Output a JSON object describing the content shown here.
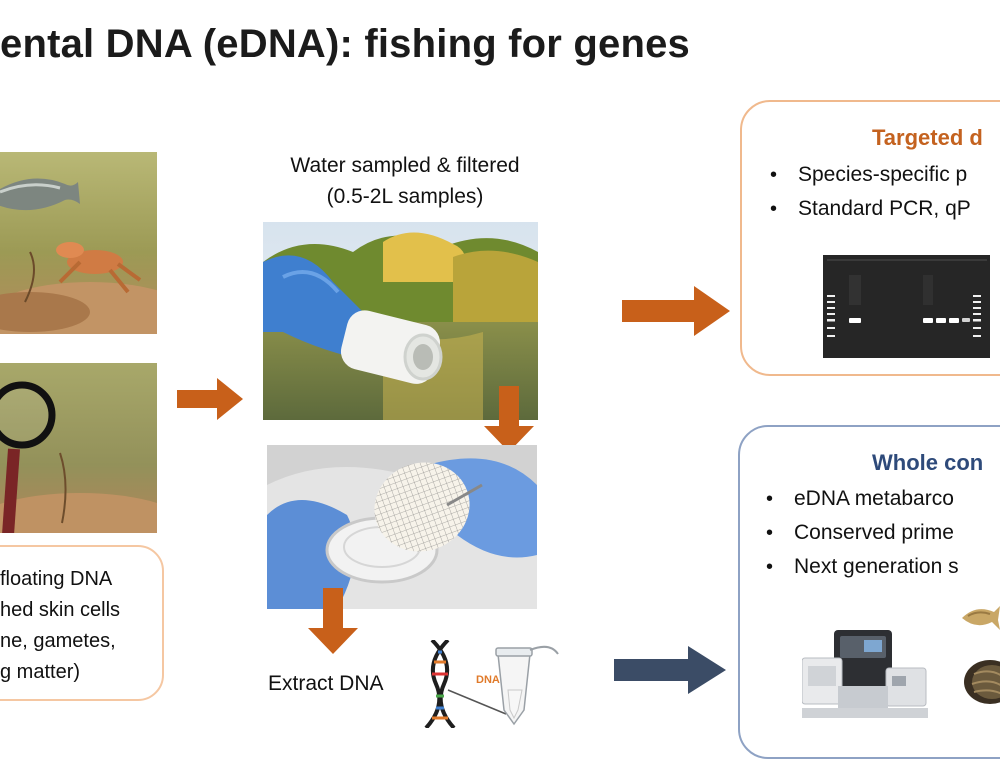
{
  "title": "ental DNA (eDNA): fishing for genes",
  "caption": {
    "lines": [
      "floating DNA",
      "hed skin cells",
      "ne, gametes,",
      "g matter)"
    ]
  },
  "water": {
    "line1": "Water sampled & filtered",
    "line2": "(0.5-2L samples)"
  },
  "extract_label": "Extract DNA",
  "dna_tag": "DNA",
  "targeted": {
    "title": "Targeted d",
    "bullets": [
      "Species-specific p",
      "Standard PCR, qP"
    ]
  },
  "whole": {
    "title": "Whole con",
    "bullets": [
      "eDNA metabarco",
      "Conserved prime",
      "Next generation s"
    ]
  },
  "colors": {
    "orange_arrow": "#c8601a",
    "navy_arrow": "#3b4c66",
    "orange_border": "#f0b98d",
    "blue_border": "#8ea2c4"
  }
}
